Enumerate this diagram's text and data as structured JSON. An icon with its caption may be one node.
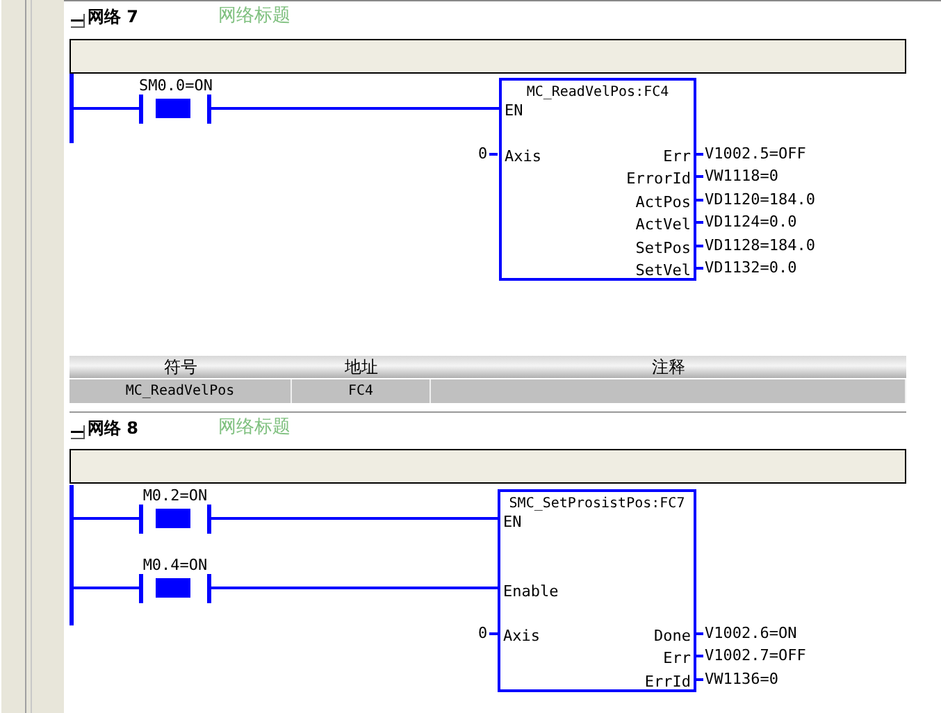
{
  "diagram": {
    "nodes": [
      {
        "text": [],
        "shape": "bar"
      },
      {
        "text": [
          "SM0.0=ON"
        ]
      },
      {
        "text": [
          "MC_ReadVelPos:FC4",
          "EN",
          "Axis",
          "Err",
          "ErrorId",
          "ActPos",
          "ActVel",
          "SetPos",
          "SetVel"
        ]
      },
      {
        "text": [],
        "shape": "bar"
      },
      {
        "text": [
          "M0.2=ON"
        ]
      },
      {
        "text": [
          "M0.4=ON"
        ]
      },
      {
        "text": [
          "SMC_SetProsistPos:FC7",
          "EN",
          "Enable",
          "Axis",
          "Done",
          "Err",
          "ErrId"
        ]
      }
    ],
    "edges": [
      {
        "from": 0,
        "to": 1,
        "arrow": "none"
      },
      {
        "from": 1,
        "to": 2,
        "arrow": "none"
      },
      {
        "from": 3,
        "to": 4,
        "arrow": "none"
      },
      {
        "from": 4,
        "to": 6,
        "arrow": "none"
      },
      {
        "from": 3,
        "to": 5,
        "arrow": "none"
      },
      {
        "from": 5,
        "to": 6,
        "arrow": "none"
      }
    ],
    "labels": [
      "网络 7",
      "网络标题",
      "0",
      "V1002.5=OFF",
      "VW1118=0",
      "VD1120=184.0",
      "VD1124=0.0",
      "VD1128=184.0",
      "VD1132=0.0",
      "符号",
      "地址",
      "注释",
      "MC_ReadVelPos",
      "FC4",
      "网络 8",
      "网络标题",
      "0",
      "V1002.6=ON",
      "V1002.7=OFF",
      "VW1136=0"
    ]
  }
}
